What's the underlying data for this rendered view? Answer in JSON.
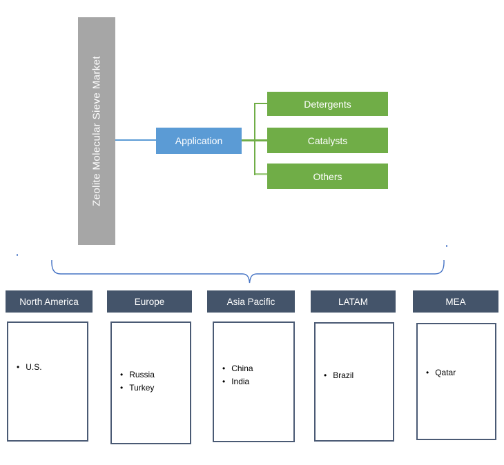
{
  "diagram": {
    "root_label": "Zeolite Molecular Sieve Market",
    "segment_group": {
      "label": "Application",
      "items": [
        {
          "label": "Detergents"
        },
        {
          "label": "Catalysts"
        },
        {
          "label": "Others"
        }
      ]
    },
    "regions": [
      {
        "name": "North America",
        "countries": [
          "U.S."
        ]
      },
      {
        "name": "Europe",
        "countries": [
          "Russia",
          "Turkey"
        ]
      },
      {
        "name": "Asia Pacific",
        "countries": [
          "China",
          "India"
        ]
      },
      {
        "name": "LATAM",
        "countries": [
          "Brazil"
        ]
      },
      {
        "name": "MEA",
        "countries": [
          "Qatar"
        ]
      }
    ],
    "colors": {
      "root_bar": "#A6A6A6",
      "application_node": "#5B9BD5",
      "segment_box": "#70AD47",
      "segment_connector_light": "#A9D18E",
      "region_header": "#44546A",
      "brace_line": "#4472C4"
    }
  }
}
